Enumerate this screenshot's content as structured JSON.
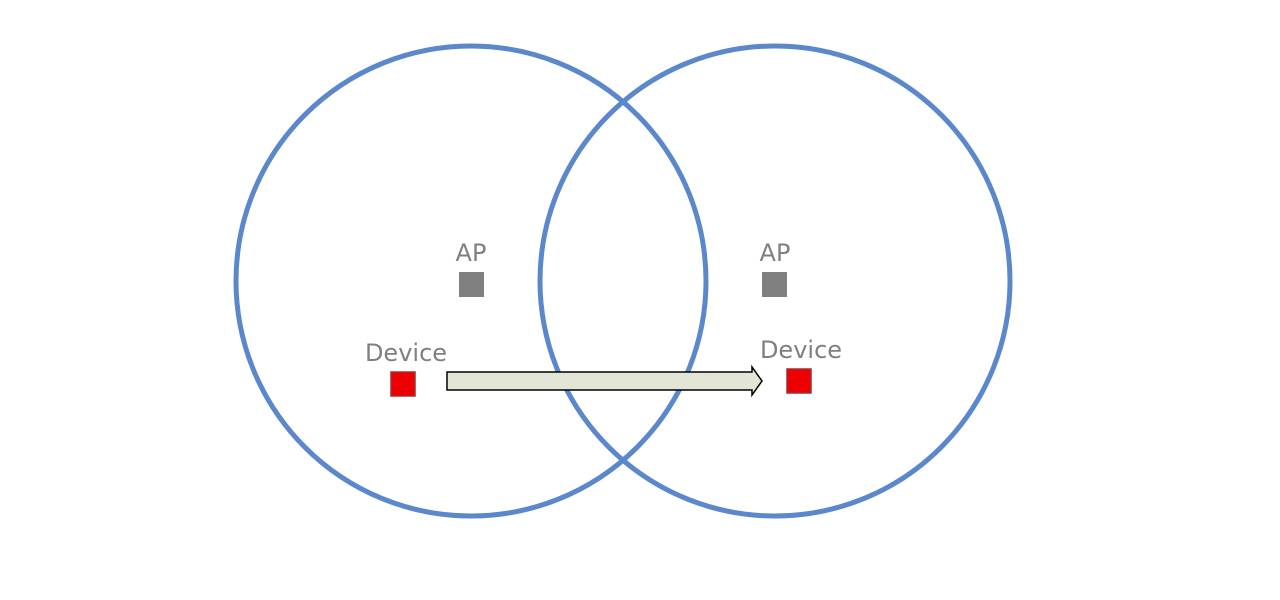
{
  "diagram": {
    "access_points": [
      {
        "label": "AP"
      },
      {
        "label": "AP"
      }
    ],
    "devices": [
      {
        "label": "Device"
      },
      {
        "label": "Device"
      }
    ]
  },
  "colors": {
    "coverage_circle": "#5b87cc",
    "access_point": "#808080",
    "device": "#ee0000",
    "device_border": "#9b3030",
    "label_text": "#7f7f7f",
    "arrow_fill": "#e3e6d6",
    "arrow_stroke": "#000000",
    "background": "#ffffff"
  }
}
